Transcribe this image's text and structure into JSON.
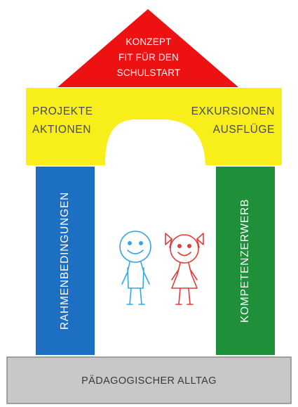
{
  "roof": {
    "line1": "KONZEPT",
    "line2": "FIT FÜR DEN",
    "line3": "SCHULSTART",
    "color": "#ee1111"
  },
  "beam": {
    "left_line1": "PROJEKTE",
    "left_line2": "AKTIONEN",
    "right_line1": "EXKURSIONEN",
    "right_line2": "AUSFLÜGE",
    "color": "#f7ee1a"
  },
  "pillars": {
    "left_label": "RAHMENBEDINGUNGEN",
    "left_color": "#1c6fc2",
    "right_label": "KOMPETENZERWERB",
    "right_color": "#1f8f3a"
  },
  "base": {
    "label": "PÄDAGOGISCHER ALLTAG",
    "color": "#c8c8c8"
  },
  "figures": {
    "boy_color": "#35a8e0",
    "girl_color": "#e23b3b"
  }
}
